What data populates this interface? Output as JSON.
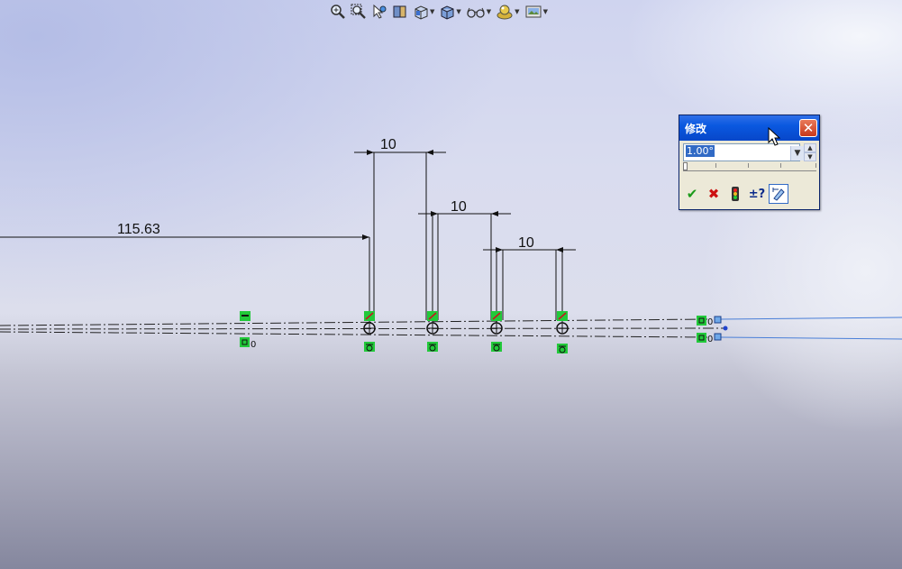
{
  "toolbar": {
    "buttons": [
      {
        "name": "zoom-to-fit",
        "icon": "magnifier-icon",
        "has_dropdown": false
      },
      {
        "name": "zoom-to-area",
        "icon": "zoom-area-icon",
        "has_dropdown": false
      },
      {
        "name": "previous-view",
        "icon": "previous-view-icon",
        "has_dropdown": false
      },
      {
        "name": "section-view",
        "icon": "section-view-icon",
        "has_dropdown": false
      },
      {
        "name": "view-orientation",
        "icon": "view-orientation-icon",
        "has_dropdown": true
      },
      {
        "name": "display-style",
        "icon": "display-style-icon",
        "has_dropdown": true
      },
      {
        "name": "hide-show-items",
        "icon": "glasses-icon",
        "has_dropdown": true
      },
      {
        "name": "edit-appearance",
        "icon": "appearance-icon",
        "has_dropdown": true
      },
      {
        "name": "apply-scene",
        "icon": "scene-icon",
        "has_dropdown": true
      }
    ]
  },
  "sketch": {
    "dimensions": [
      "115.63",
      "10",
      "10",
      "10"
    ],
    "relation_suffix": [
      "0",
      "0",
      "0"
    ]
  },
  "dialog": {
    "title": "修改",
    "value": "1.00°",
    "buttons": [
      {
        "name": "ok",
        "icon": "checkmark-icon"
      },
      {
        "name": "cancel",
        "icon": "x-icon"
      },
      {
        "name": "rebuild",
        "icon": "traffic-light-icon"
      },
      {
        "name": "reverse-sense",
        "icon": "plus-minus-question-icon",
        "label": "±?"
      },
      {
        "name": "mark-for-drawing",
        "icon": "dimension-mark-icon"
      }
    ],
    "colors": {
      "title_bar": "#0a58e0",
      "ok": "#1a9a1a",
      "cancel": "#cc1111"
    }
  },
  "colors": {
    "relation_green": "#22c93a",
    "line": "#111111",
    "blue_line": "#4a7fd8"
  }
}
